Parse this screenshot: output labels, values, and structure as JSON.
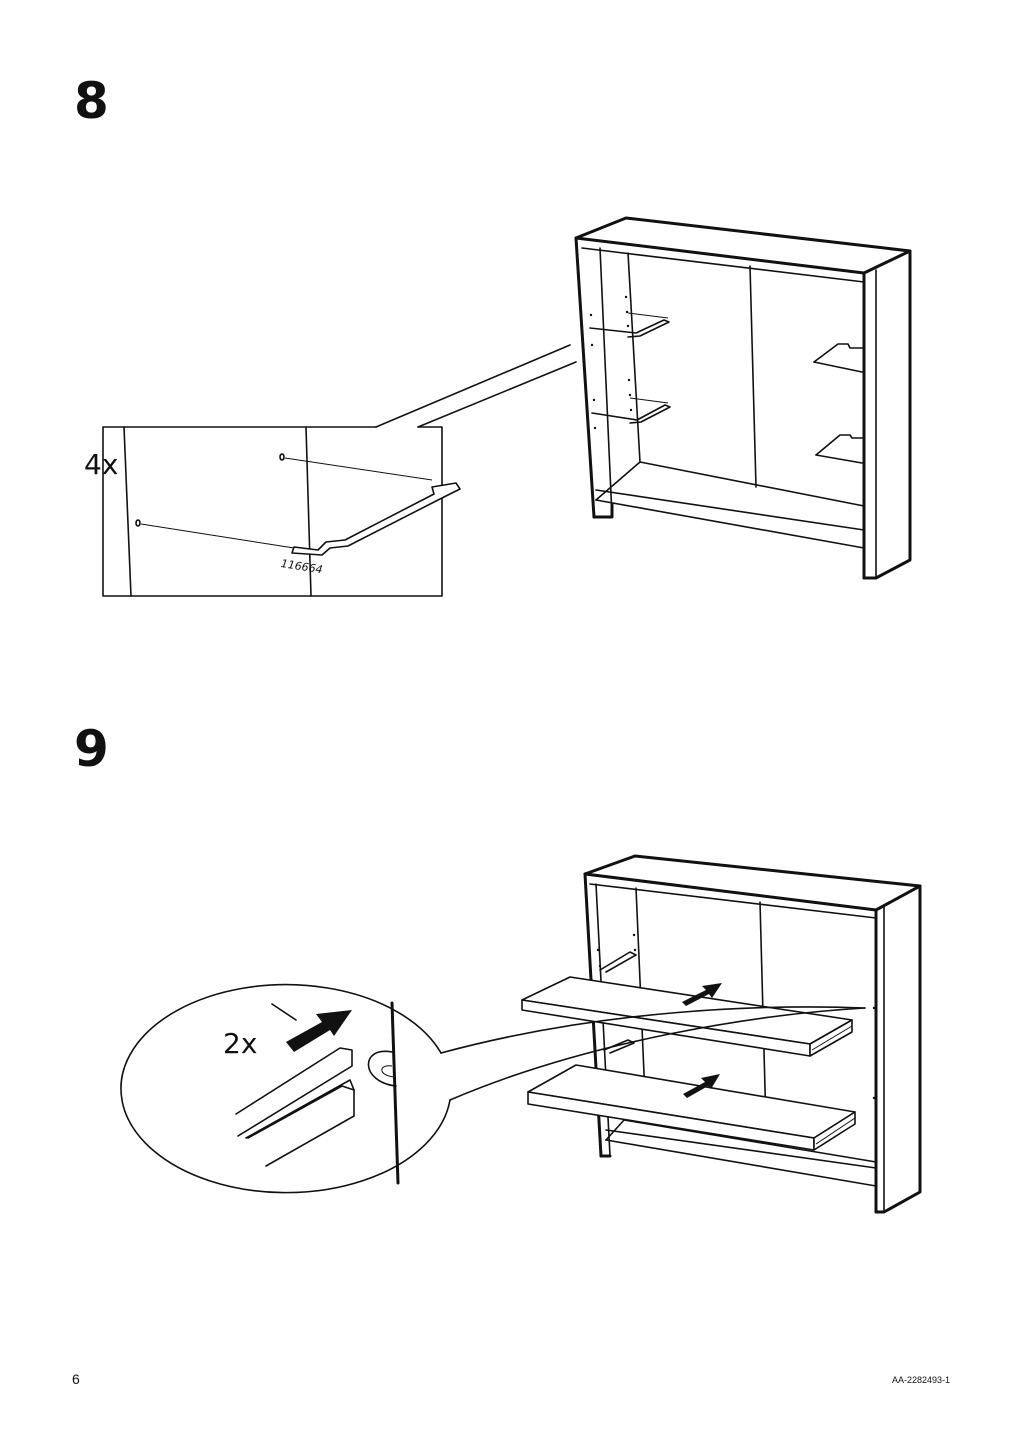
{
  "steps": [
    {
      "number": "8",
      "quantity": "4x",
      "part_number": "116664"
    },
    {
      "number": "9",
      "quantity": "2x"
    }
  ],
  "footer": {
    "page_number": "6",
    "doc_id": "AA-2282493-1"
  }
}
